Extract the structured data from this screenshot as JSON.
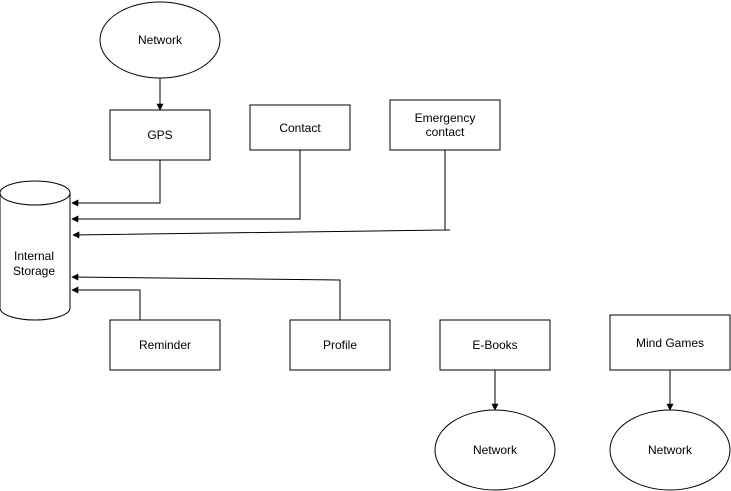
{
  "colors": {
    "stroke": "#000000",
    "fill": "#ffffff",
    "text": "#000000",
    "background": "#ffffff"
  },
  "nodes": {
    "network_top": "Network",
    "gps": "GPS",
    "contact": "Contact",
    "emergency_line1": "Emergency",
    "emergency_line2": "contact",
    "storage_line1": "Internal",
    "storage_line2": "Storage",
    "reminder": "Reminder",
    "profile": "Profile",
    "ebooks": "E-Books",
    "mind_games": "Mind Games",
    "network_ebooks": "Network",
    "network_games": "Network"
  }
}
